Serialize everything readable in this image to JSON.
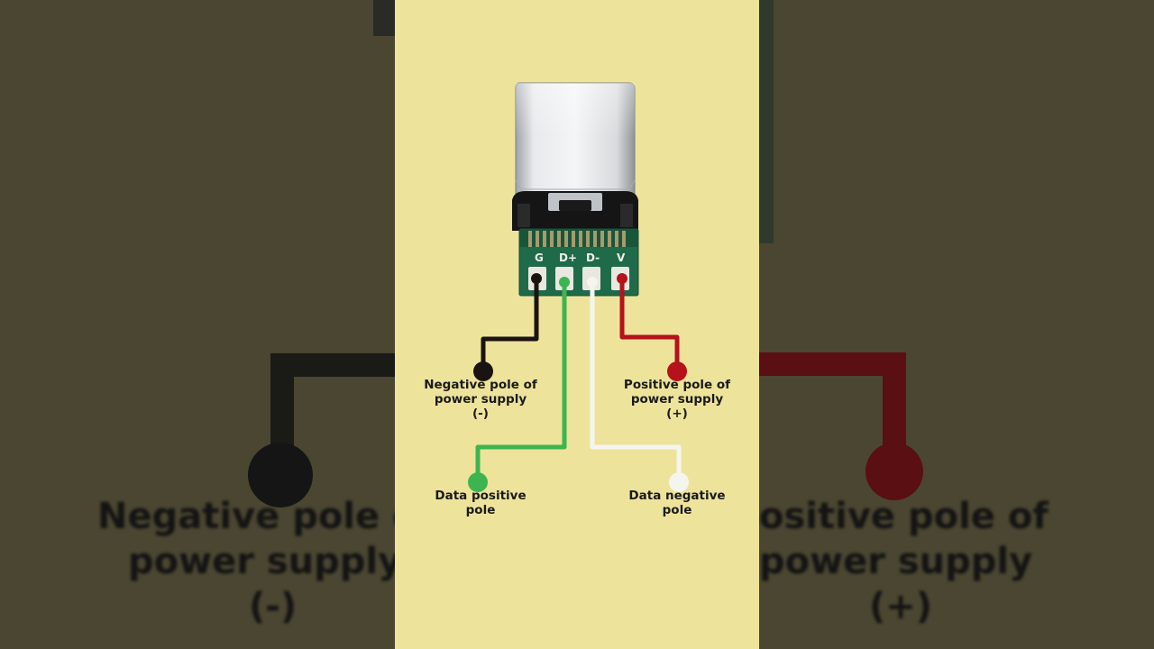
{
  "labels": {
    "neg_power_l1": "Negative pole of",
    "neg_power_l2": "power supply",
    "neg_power_l3": "(-)",
    "pos_power_l1": "Positive pole of",
    "pos_power_l2": "power supply",
    "pos_power_l3": "(+)",
    "data_pos_l1": "Data positive",
    "data_pos_l2": "pole",
    "data_neg_l1": "Data negative",
    "data_neg_l2": "pole"
  },
  "pins": {
    "gnd": "G",
    "dplus": "D+",
    "dminus": "D-",
    "vcc": "V"
  },
  "background_blur": {
    "left_l1": "Negative pole o",
    "left_l2": "power supply",
    "left_l3": "(-)",
    "right_l1": "ositive pole of",
    "right_l2": "power supply",
    "right_l3": "(+)"
  },
  "colors": {
    "panel_bg": "#eee39b",
    "side_bg": "#4b4631",
    "wire_negative": "#1a1410",
    "wire_data_positive": "#3cb550",
    "wire_data_negative": "#f5f5f0",
    "wire_positive": "#b5121b",
    "pcb": "#1f6a49"
  }
}
